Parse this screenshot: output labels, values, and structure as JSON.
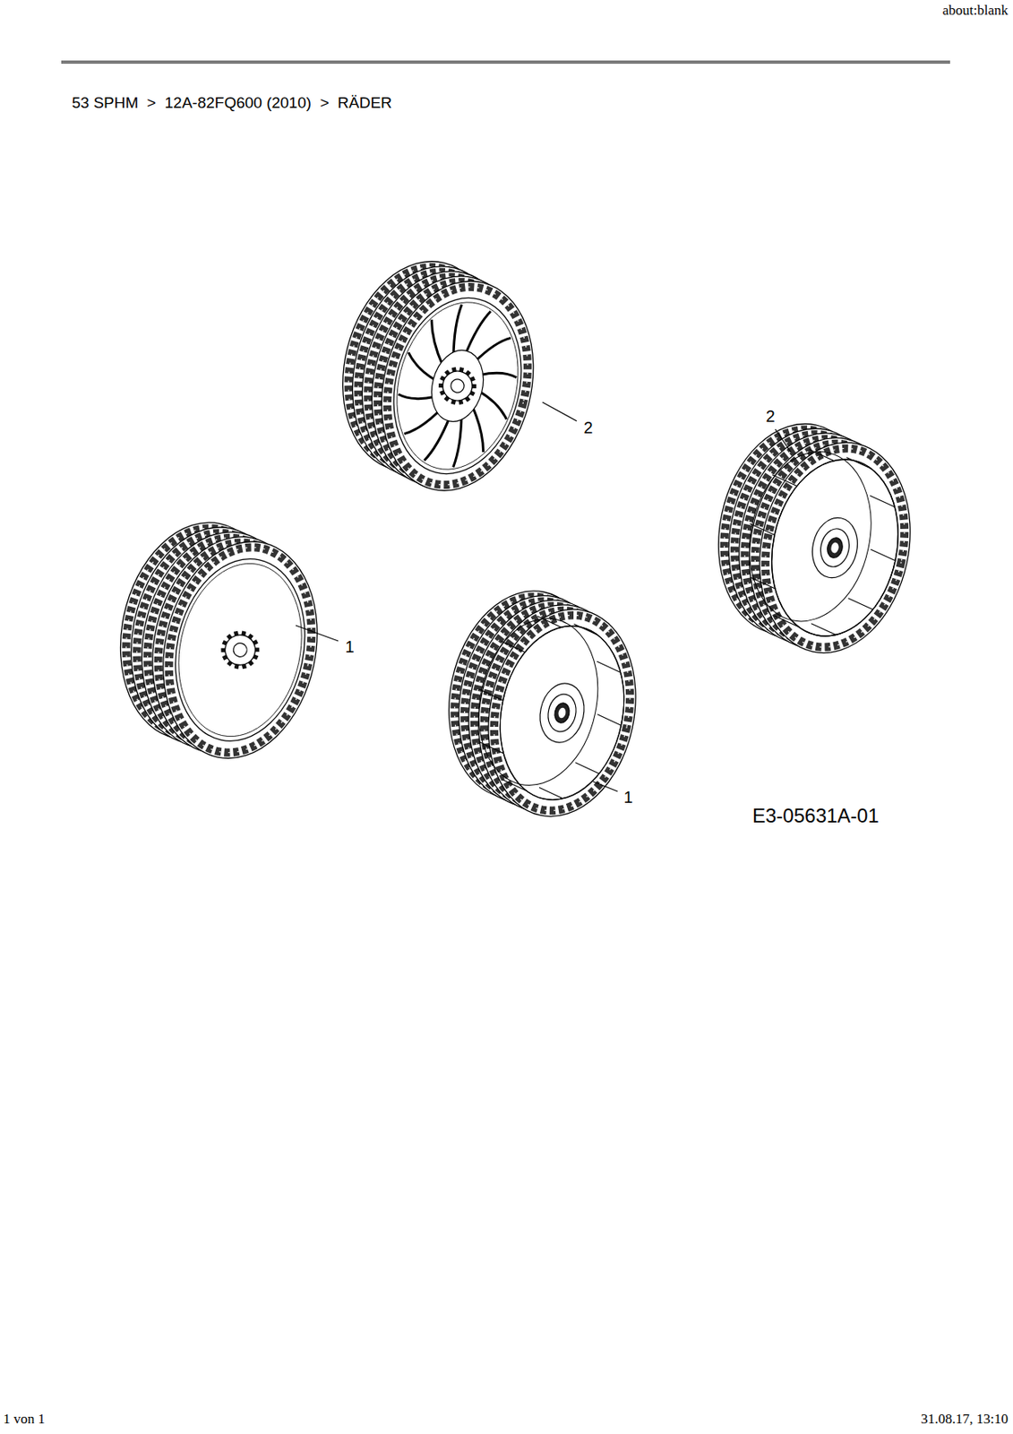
{
  "diagram": {
    "title": "53 SPHM  >  12A-82FQ600 (2010)  >  RÄDER",
    "labels": [
      "about:blank",
      "2",
      "2",
      "1",
      "1",
      "E3-05631A-01",
      "1 von 1",
      "31.08.17, 13:10"
    ]
  }
}
